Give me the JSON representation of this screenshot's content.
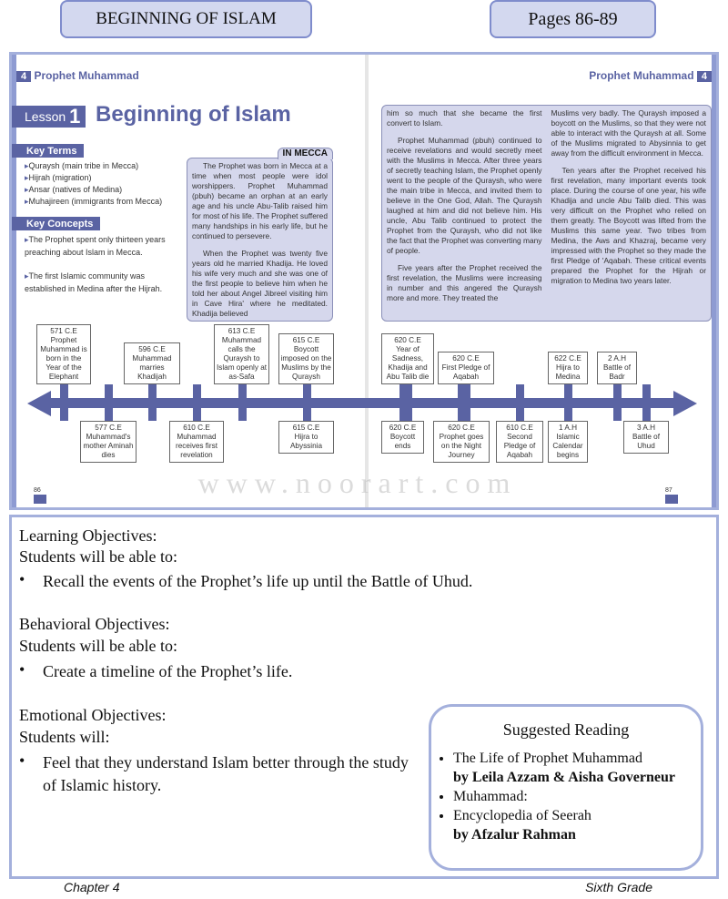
{
  "header": {
    "left_tab": "BEGINNING OF ISLAM",
    "right_tab": "Pages 86-89"
  },
  "book": {
    "chapter_number": "4",
    "running_head": "Prophet Muhammad",
    "lesson_label": "Lesson",
    "lesson_number": "1",
    "lesson_title": "Beginning of Islam",
    "key_terms_title": "Key Terms",
    "key_terms": [
      "Quraysh (main tribe in Mecca)",
      "Hijrah (migration)",
      "Ansar (natives of Medina)",
      "Muhajireen (immigrants from Mecca)"
    ],
    "key_concepts_title": "Key Concepts",
    "key_concepts": [
      "The Prophet spent only thirteen years preaching about Islam in Mecca.",
      "The first Islamic community was established in Medina after the Hijrah."
    ],
    "mecca_title": "IN MECCA",
    "mecca_paragraphs": [
      "The Prophet was born in Mecca at a time when most people were idol worshippers. Prophet Muhammad (pbuh) became an orphan at an early age and his uncle Abu-Talib raised him for most of his life. The Prophet suffered many handships in his early life, but he continued to persevere.",
      "When the Prophet was twenty five years old he married Khadija. He loved his wife very much and she was one of the first people to believe him when he told her about Angel Jibreel visiting him in Cave Hira' where he meditated. Khadija believed"
    ],
    "right_col1": [
      "him so much that she became the first convert to Islam.",
      "Prophet Muhammad (pbuh) continued to receive revelations and would secretly meet with the Muslims in Mecca. After three years of secretly teaching Islam, the Prophet openly went to the people of the Quraysh, who were the main tribe in Mecca, and invited them to believe in the One God, Allah. The Quraysh laughed at him and did not believe him. His uncle, Abu Talib continued to protect the Prophet from the Quraysh, who did not like the fact that the Prophet was converting many of people.",
      "Five years after the Prophet received the first revelation, the Muslims were increasing in number and this angered the Quraysh more and more. They treated the"
    ],
    "right_col2": [
      "Muslims very badly. The Quraysh imposed a boycott on the Muslims, so that they were not able to interact with the Quraysh at all. Some of the Muslims migrated to Abysinnia to get away from the difficult environment in Mecca.",
      "Ten years after the Prophet received his first revelation, many important events took place. During the course of one year, his wife Khadija and uncle Abu Talib died. This was very difficult on the Prophet who relied on them greatly. The Boycott was lifted from the Muslims this same year. Two tribes from Medina, the Aws and Khazraj, became very impressed with the Prophet so they made the first Pledge of 'Aqabah. These critical events prepared the Prophet for the Hijrah or migration to Medina two years later."
    ],
    "timeline": [
      {
        "date": "571 C.E",
        "text": "Prophet Muhammad is born in the Year of the Elephant"
      },
      {
        "date": "577 C.E",
        "text": "Muhammad's mother Aminah dies"
      },
      {
        "date": "596 C.E",
        "text": "Muhammad marries Khadijah"
      },
      {
        "date": "610 C.E",
        "text": "Muhammad receives first revelation"
      },
      {
        "date": "613 C.E",
        "text": "Muhammad calls the Quraysh to Islam openly at as-Safa"
      },
      {
        "date": "615 C.E",
        "text": "Boycott imposed on the Muslims by the Quraysh"
      },
      {
        "date": "615 C.E",
        "text": "Hijra to Abyssinia"
      },
      {
        "date": "620 C.E",
        "text": "Year of Sadness, Khadija and Abu Talib die"
      },
      {
        "date": "620 C.E",
        "text": "Boycott ends"
      },
      {
        "date": "620 C.E",
        "text": "First Pledge of Aqabah"
      },
      {
        "date": "620 C.E",
        "text": "Prophet goes on the Night Journey"
      },
      {
        "date": "610 C.E",
        "text": "Second Pledge of Aqabah"
      },
      {
        "date": "622 C.E",
        "text": "Hijra to Medina"
      },
      {
        "date": "1 A.H",
        "text": "Islamic Calendar begins"
      },
      {
        "date": "2 A.H",
        "text": "Battle of Badr"
      },
      {
        "date": "3 A.H",
        "text": "Battle of Uhud"
      }
    ],
    "page_left": "86",
    "page_right": "87",
    "watermark": "www.noorart.com"
  },
  "objectives": {
    "learning_title": "Learning Objectives:",
    "learning_sub": "Students will be able to:",
    "learning_items": [
      "Recall the events of the Prophet’s life up until the Battle of Uhud."
    ],
    "behavioral_title": "Behavioral Objectives:",
    "behavioral_sub": "Students will be able to:",
    "behavioral_items": [
      "Create a timeline of the Prophet’s life."
    ],
    "emotional_title": "Emotional Objectives:",
    "emotional_sub": "Students will:",
    "emotional_items": [
      "Feel that they understand Islam better through the study of Islamic history."
    ]
  },
  "reading": {
    "title": "Suggested Reading",
    "items": [
      {
        "title": "The Life of Prophet Muhammad",
        "author": "by Leila Azzam & Aisha Governeur"
      },
      {
        "title": "Muhammad:"
      },
      {
        "title": "Encyclopedia of  Seerah",
        "author": "by Afzalur Rahman"
      }
    ]
  },
  "footer": {
    "left": "Chapter 4",
    "right": "Sixth Grade"
  }
}
